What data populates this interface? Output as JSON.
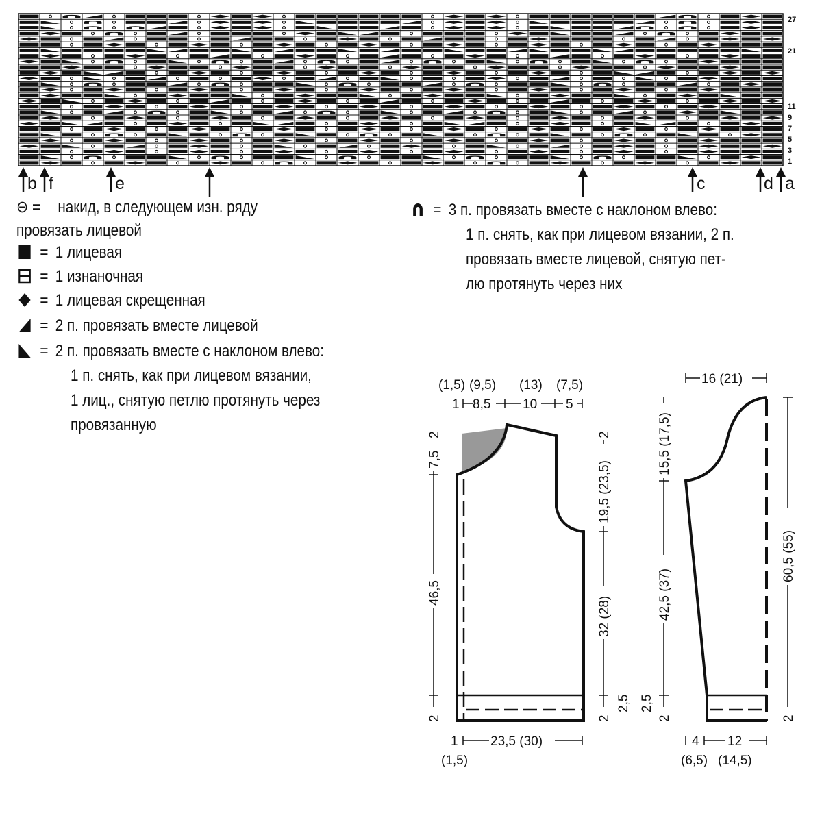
{
  "chart": {
    "cols": 36,
    "rows": 27,
    "row_numbers": [
      "27",
      "21",
      "11",
      "9",
      "7",
      "5",
      "3",
      "1"
    ],
    "pattern_rows": [
      "SOUTOSSSOKSKOSSSSSSOKSKOSSSSSSTUOSKS",
      "SLOUOSSTOKSKOLSSSSTOKSKOLSSSSTOUOSKS",
      "SLOUOUTSOKSKOSLSSTSOKSKOSLSSTUOUOSKS",
      "SKSOUOSTOSSSOKSLTSOSSSOKSLSSTOUOSKSS",
      "KSOSTOSSOSTSSOSKSOSTSSOSKSSSOSTOSKSK",
      "SSOSKSOSKSOSKSOSKSOSKSOSKSOSKSOSKSSS",
      "SLSSSSLTSSLSTSSLSTSSLSSTLSSLTSSSSSLS",
      "SKSOSKSOSTSOSKSOSTSOSKSOSTSOSKSOSKSS",
      "KSLOUOSLOUOSTOUOSTOUOSLOUOSLOUOSKSSS",
      "SSKSSOKSSOKSSOKSSOKSSOKSSOKSSOKSSKSS",
      "SKSLTSOSKSOSKSOSKSOSKSOSKSOSLTSOSKSK",
      "KSOLOSTOSOSKOSTOSLOSOSKOSTOSOLOSKSSS",
      "SLOUOSSTOUOSSLOUOSSTOUOSSLOUOSSTOSKS",
      "SKOSKSOSKSOSKSOSKSOSKSOSKSOSKSOSKSSS",
      "SKSSLOSKSSLOSKSSLOSKSSLOSKSSLOSKSLSS",
      "KSLOSKSOSTSOSKSOSTSOSKSOSTSOSKSOSKSK",
      "SSOSKSOSKSOSKSOSKSOSKSOSKSOSKSOSKSSS",
      "SLOSTOUOSLOSTOUOSLOSTOUOSLOSTOSKSLSS",
      "SKSOSKSOSKSOSKSOSKSOSKSOSKSOSKSOSKSK",
      "KSLTSOSKSOSLTSOSKSOSLTSOSKSOSLTSOSKS",
      "SSOSKSOSKSOSKSOSKSOSKSOSKSOSKSOSKSSS",
      "SLSOUOSLSOUOSLSOUOSLSOUOSLSOUOSLSOKS",
      "SKOSKSOSKSOSKSOSKSOSKSOSKSOSKSOSKSSS",
      "KSLOSTOSKSOSLOSTOSKSOSLOSTOSKSOSKSSK",
      "SSOSKSOSKSOSKSOSKSOSKSOSKSOSKSOSKSSS",
      "SLOUOSSLOUOSSLOUOSSLOUOSSLOUOSSLOSKS",
      "SKSOSKSOSKSOUOSKSOSKSOUOSKSOSKSOSKSS"
    ],
    "symbol_colors": {
      "grid": "#111111",
      "fill": "#111111",
      "background": "#ffffff"
    }
  },
  "markers": {
    "b": "b",
    "f": "f",
    "e": "e",
    "c": "c",
    "d": "d",
    "a": "a"
  },
  "legend": {
    "yo_symbol": "⊖ =",
    "yo_line1": "накид, в следующем изн. ряду",
    "yo_line2": "провязать лицевой",
    "knit": "1 лицевая",
    "purl": "1 изнаночная",
    "twisted": "1 лицевая скрещенная",
    "k2tog": "2 п. провязать вместе лицевой",
    "ssk_line1": "2 п. провязать вместе с наклоном влево:",
    "ssk_line2": "1 п. снять, как при лицевом вязании,",
    "ssk_line3": "1 лиц., снятую петлю протянуть через",
    "ssk_line4": "провязанную",
    "sk2p_line1": "3 п. провязать вместе с наклоном влево:",
    "sk2p_line2": "1 п. снять, как при лицевом вязании, 2 п.",
    "sk2p_line3": "провязать вместе лицевой, снятую пет-",
    "sk2p_line4": "лю протянуть через них",
    "equals": "="
  },
  "front": {
    "top_alt1": "(1,5)",
    "top_alt2": "(9,5)",
    "top_alt3": "(13)",
    "top_alt4": "(7,5)",
    "top_1": "1",
    "top_85": "8,5",
    "top_10": "10",
    "top_5": "5",
    "left_2_top": "2",
    "left_75": "7,5",
    "left_465": "46,5",
    "left_2_bot": "2",
    "right_2_top": "2",
    "right_195": "19,5 (23,5)",
    "right_32": "32 (28)",
    "right_2_bot": "2",
    "right_25": "2,5",
    "bottom_1": "1",
    "bottom_235": "23,5 (30)",
    "bottom_15": "(1,5)"
  },
  "sleeve": {
    "top_16": "16 (21)",
    "left_155": "15,5 (17,5)",
    "left_425": "42,5 (37)",
    "left_25": "2,5",
    "left_2": "2",
    "right_605": "60,5 (55)",
    "right_2": "2",
    "bottom_4": "4",
    "bottom_12": "12",
    "bottom_65": "(6,5)",
    "bottom_145": "(14,5)"
  }
}
